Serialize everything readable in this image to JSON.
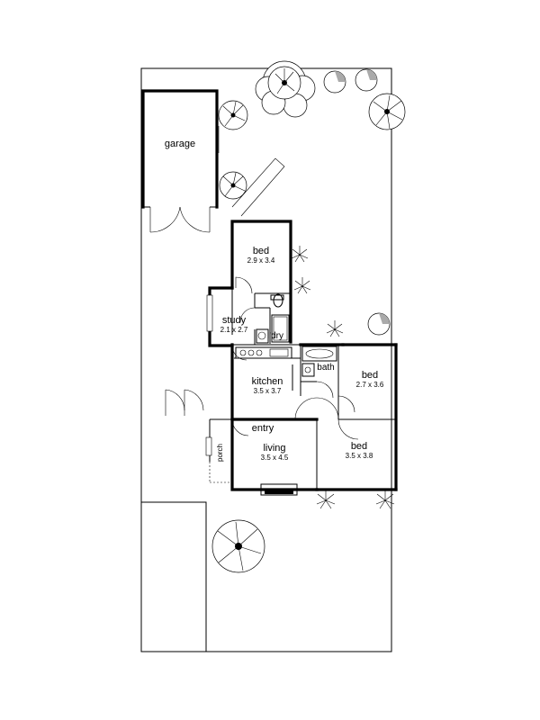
{
  "rooms": {
    "garage": {
      "name": "garage"
    },
    "bed1": {
      "name": "bed",
      "dims": "2.9 x 3.4"
    },
    "study": {
      "name": "study",
      "dims": "2.1 x 2.7"
    },
    "laundry": {
      "name": "l'dry"
    },
    "kitchen": {
      "name": "kitchen",
      "dims": "3.5 x 3.7"
    },
    "bath": {
      "name": "bath"
    },
    "bed2": {
      "name": "bed",
      "dims": "2.7 x 3.6"
    },
    "entry": {
      "name": "entry"
    },
    "living": {
      "name": "living",
      "dims": "3.5 x 4.5"
    },
    "bed3": {
      "name": "bed",
      "dims": "3.5 x 3.8"
    },
    "porch": {
      "name": "porch"
    }
  },
  "colors": {
    "line": "#000000",
    "background": "#ffffff"
  }
}
